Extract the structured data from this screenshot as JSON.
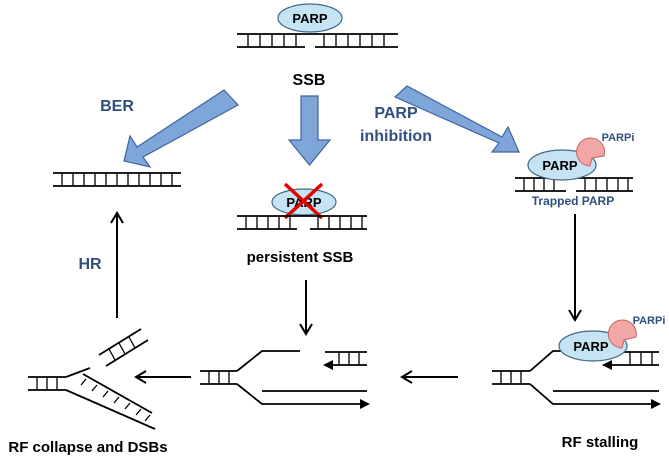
{
  "labels": {
    "parp_top": "PARP",
    "ssb": "SSB",
    "ber": "BER",
    "parp_inhibition_line1": "PARP",
    "parp_inhibition_line2": "inhibition",
    "parp_trapped": "PARP",
    "parpi_trapped": "PARPi",
    "trapped_parp": "Trapped PARP",
    "parp_crossed": "PARP",
    "persistent_ssb": "persistent SSB",
    "hr": "HR",
    "parp_stalling": "PARP",
    "parpi_stalling": "PARPi",
    "rf_collapse": "RF collapse and DSBs",
    "rf_stalling": "RF stalling"
  },
  "colors": {
    "parp_fill": "#C5E3F2",
    "parp_stroke": "#3E6A86",
    "parpi_fill": "#F2A7A7",
    "parpi_stroke": "#C86464",
    "block_arrow_fill": "#7EA6D9",
    "block_arrow_stroke": "#3E64A0",
    "label_blue": "#2F4F7F",
    "cross_red": "#E00000"
  }
}
